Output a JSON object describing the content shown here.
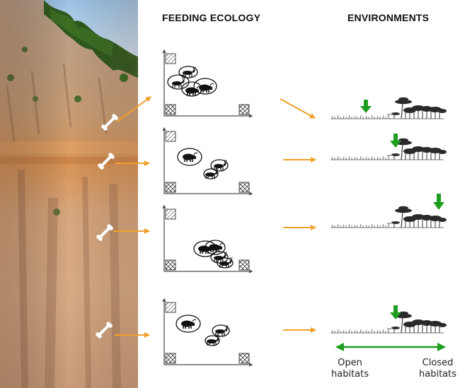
{
  "headings": {
    "feeding_ecology": "FEEDING ECOLOGY",
    "environments": "ENVIRONMENTS"
  },
  "habitat_axis": {
    "open_line1": "Open",
    "open_line2": "habitats",
    "closed_line1": "Closed",
    "closed_line2": "habitats"
  },
  "colors": {
    "arrow_orange": "#f2a029",
    "marker_green": "#1f9d1f",
    "axis_green": "#1f9d1f",
    "ink": "#1a1a1a"
  },
  "rows": [
    {
      "environment_marker": "open"
    },
    {
      "environment_marker": "mixed"
    },
    {
      "environment_marker": "closed"
    },
    {
      "environment_marker": "mixed"
    }
  ]
}
